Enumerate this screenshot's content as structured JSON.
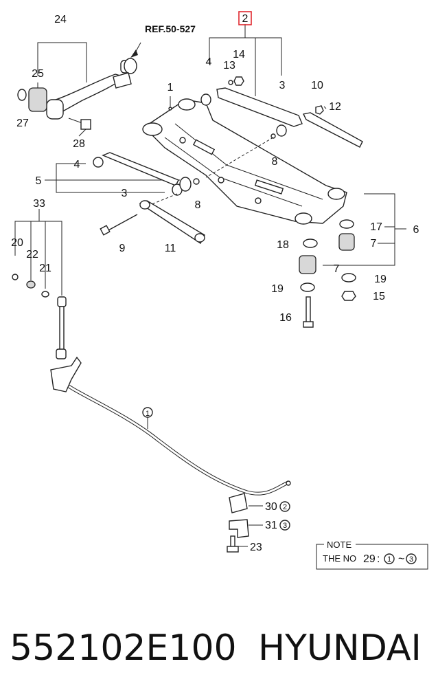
{
  "diagram": {
    "reference": "REF.50-527",
    "callouts": {
      "c24": "24",
      "c25": "25",
      "c27": "27",
      "c28": "28",
      "c1a": "1",
      "c2": "2",
      "c4a": "4",
      "c13": "13",
      "c14": "14",
      "c3a": "3",
      "c10": "10",
      "c12": "12",
      "c8a": "8",
      "c4b": "4",
      "c5": "5",
      "c3b": "3",
      "c8b": "8",
      "c9": "9",
      "c11": "11",
      "c6": "6",
      "c17": "17",
      "c18": "18",
      "c7a": "7",
      "c7b": "7",
      "c19a": "19",
      "c19b": "19",
      "c15": "15",
      "c16": "16",
      "c33": "33",
      "c20": "20",
      "c22": "22",
      "c21": "21",
      "c1b": "1",
      "c30": "30",
      "c31": "31",
      "c23": "23",
      "circ2": "2",
      "circ3": "3"
    },
    "note": {
      "title": "NOTE",
      "text_prefix": "THE NO",
      "part_no": "29",
      "separator": ":",
      "range_start": "1",
      "tilde": "~",
      "range_end": "3"
    },
    "highlight_color": "#e0282f"
  },
  "footer": {
    "part_number": "552102E100",
    "brand": "HYUNDAI"
  }
}
